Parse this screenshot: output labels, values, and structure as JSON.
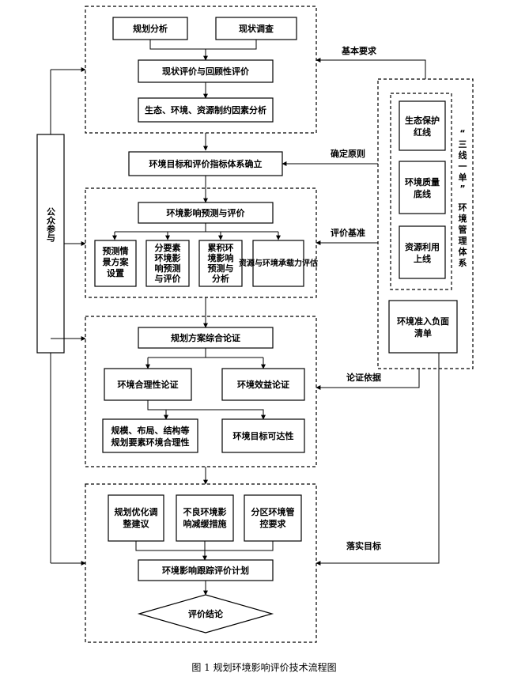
{
  "nodes": {
    "planning_analysis": "规划分析",
    "status_survey": "现状调查",
    "status_eval": "现状评价与回顾性评价",
    "constraint_analysis": "生态、环境、资源制约因素分析",
    "goal_index": "环境目标和评价指标体系确立",
    "impact_predict": "环境影响预测与评价",
    "scenario": [
      "预测情",
      "景方案",
      "设置"
    ],
    "sub_element": [
      "分要素",
      "环境影",
      "响预测",
      "与评价"
    ],
    "cumulative": [
      "累积环",
      "境影响",
      "预测与",
      "分析"
    ],
    "capacity": "资源与环境承载力评估",
    "scheme_demo": "规划方案综合论证",
    "rationality": "环境合理性论证",
    "benefit": "环境效益论证",
    "scale_layout": [
      "规模、布局、结构等",
      "规划要素环境合理性"
    ],
    "goal_reach": "环境目标可达性",
    "optimize": [
      "规划优化调",
      "整建议"
    ],
    "mitigation": [
      "不良环境影",
      "响减缓措施"
    ],
    "zoning": [
      "分区环境管",
      "控要求"
    ],
    "tracking": "环境影响跟踪评价计划",
    "conclusion": "评价结论",
    "public": "公众参与",
    "eco_line": [
      "生态保护",
      "红线"
    ],
    "quality_line": [
      "环境质量",
      "底线"
    ],
    "resource_line": [
      "资源利用",
      "上线"
    ],
    "negative_list": [
      "环境准入负面",
      "清单"
    ],
    "system_label": [
      "“",
      "三",
      "线",
      "一",
      "单",
      "”",
      "环",
      "境",
      "管",
      "理",
      "体",
      "系"
    ]
  },
  "edge_labels": {
    "basic_req": "基本要求",
    "principle": "确定原则",
    "basis": "评价基准",
    "demo_basis": "论证依据",
    "implement": "落实目标"
  },
  "caption": "图 1    规划环境影响评价技术流程图"
}
